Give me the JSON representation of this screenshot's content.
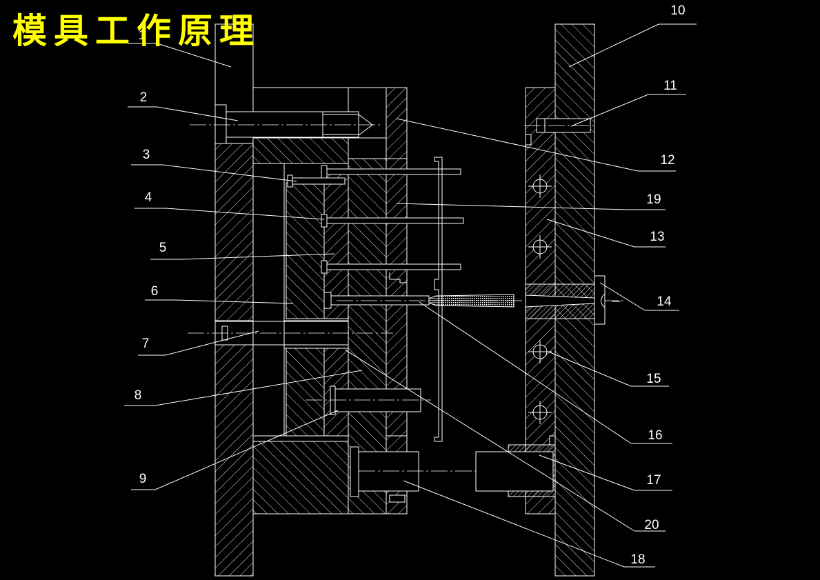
{
  "title": "模具工作原理",
  "colors": {
    "background": "#000000",
    "lines": "#ffffff",
    "title": "#ffff00"
  },
  "part_labels": [
    "1",
    "2",
    "3",
    "4",
    "5",
    "6",
    "7",
    "8",
    "9",
    "10",
    "11",
    "12",
    "13",
    "14",
    "15",
    "16",
    "17",
    "18",
    "19",
    "20"
  ]
}
